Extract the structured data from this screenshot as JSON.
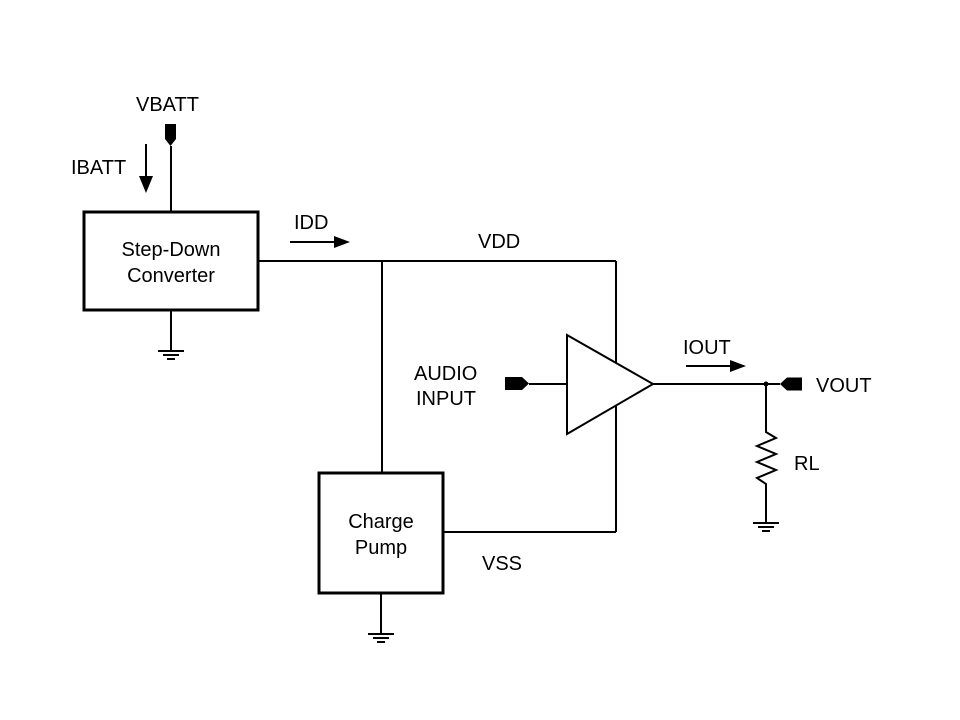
{
  "labels": {
    "vbatt": "VBATT",
    "ibatt": "IBATT",
    "idd": "IDD",
    "vdd": "VDD",
    "iout": "IOUT",
    "vout": "VOUT",
    "audio_line1": "AUDIO",
    "audio_line2": "INPUT",
    "rl": "RL",
    "vss": "VSS"
  },
  "blocks": {
    "step_down_line1": "Step-Down",
    "step_down_line2": "Converter",
    "charge_pump_line1": "Charge",
    "charge_pump_line2": "Pump"
  },
  "colors": {
    "line": "#000000",
    "background": "#ffffff"
  }
}
